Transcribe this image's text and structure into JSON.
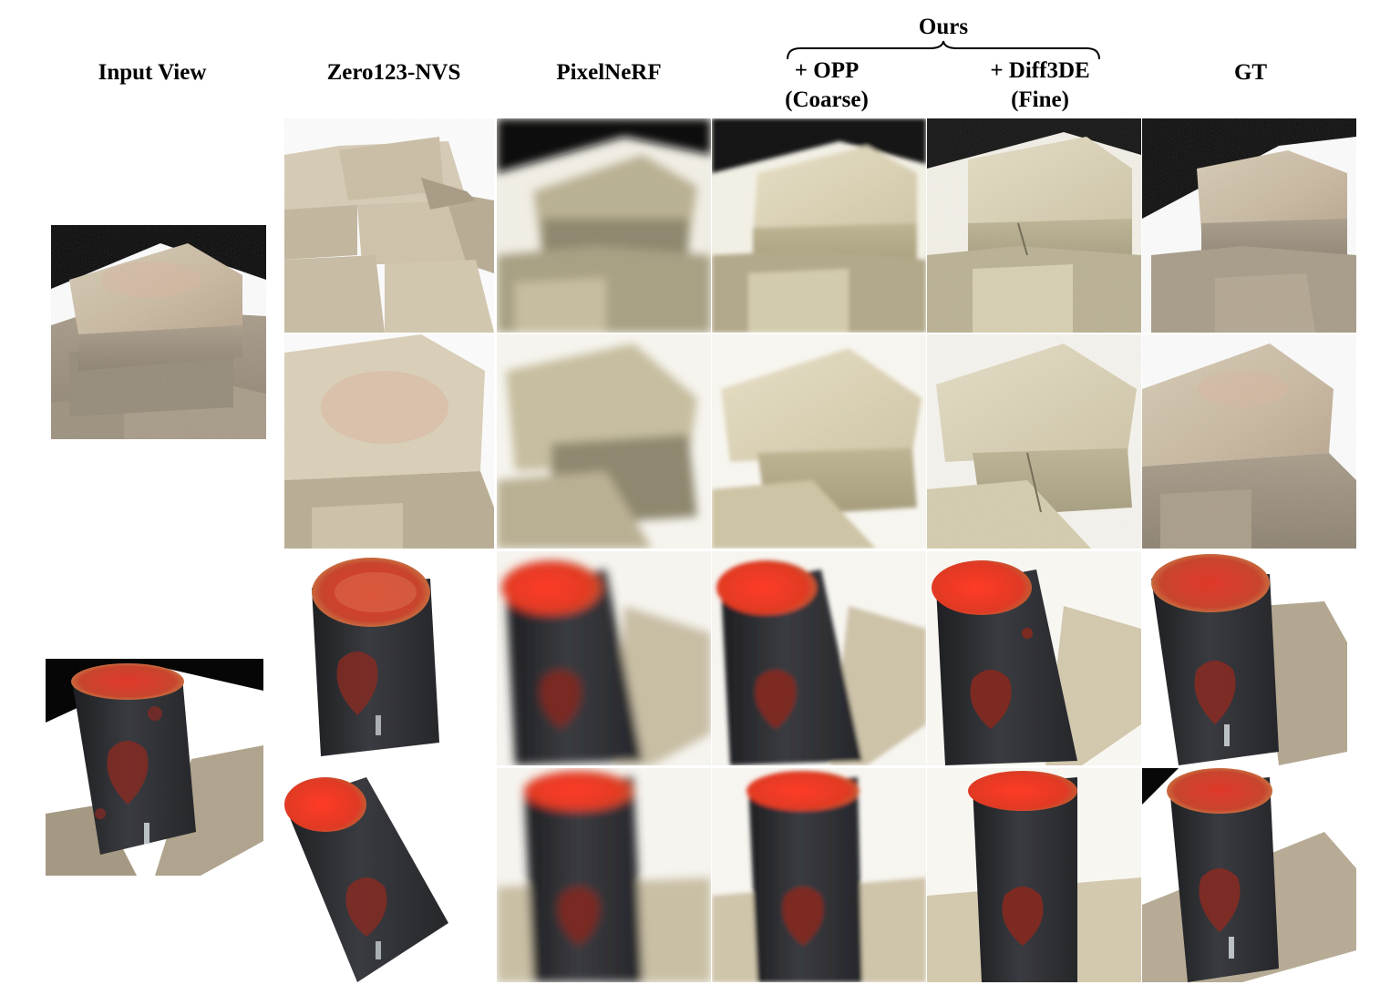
{
  "figure": {
    "group_label": "Ours",
    "columns": [
      {
        "key": "input",
        "line1": "Input View",
        "line2": ""
      },
      {
        "key": "zero123",
        "line1": "Zero123-NVS",
        "line2": ""
      },
      {
        "key": "pixelnerf",
        "line1": "PixelNeRF",
        "line2": ""
      },
      {
        "key": "opp",
        "line1": "+ OPP",
        "line2": "(Coarse)"
      },
      {
        "key": "diff3de",
        "line1": "+ Diff3DE",
        "line2": "(Fine)"
      },
      {
        "key": "gt",
        "line1": "GT",
        "line2": ""
      }
    ],
    "scenes": [
      {
        "name": "bricks",
        "object": "stacked-bricks"
      },
      {
        "name": "cup",
        "object": "painted-cup-on-brick"
      }
    ]
  }
}
